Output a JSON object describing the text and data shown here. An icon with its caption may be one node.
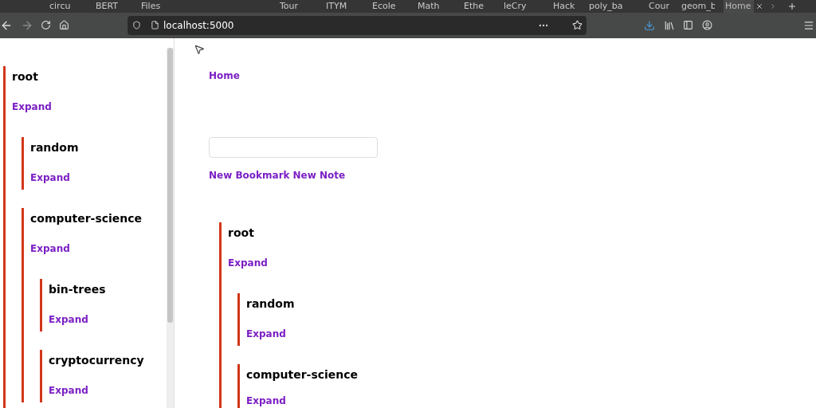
{
  "diagram": {
    "nodes": [
      {
        "text": [
          "root",
          "Expand"
        ]
      },
      {
        "text": [
          "random",
          "Expand"
        ],
        "in": 0
      },
      {
        "text": [
          "computer-science",
          "Expand"
        ],
        "in": 0
      },
      {
        "text": [
          "bin-trees",
          "Expand"
        ],
        "in": 2
      },
      {
        "text": [
          "cryptocurrency",
          "Expand"
        ],
        "in": 2
      },
      {
        "text": [
          "root",
          "Expand"
        ]
      },
      {
        "text": [
          "random",
          "Expand"
        ],
        "in": 5
      },
      {
        "text": [
          "computer-science",
          "Expand"
        ],
        "in": 5
      }
    ],
    "labels": [
      "circu",
      "BERT",
      "Files",
      "Tour",
      "ITYM",
      "Ecole",
      "Math",
      "Ethe",
      "leCry",
      "Hack",
      "poly_ba",
      "Cour",
      "geom_b",
      "Home",
      "localhost:5000",
      "Home",
      "New Bookmark",
      "New Note"
    ]
  }
}
